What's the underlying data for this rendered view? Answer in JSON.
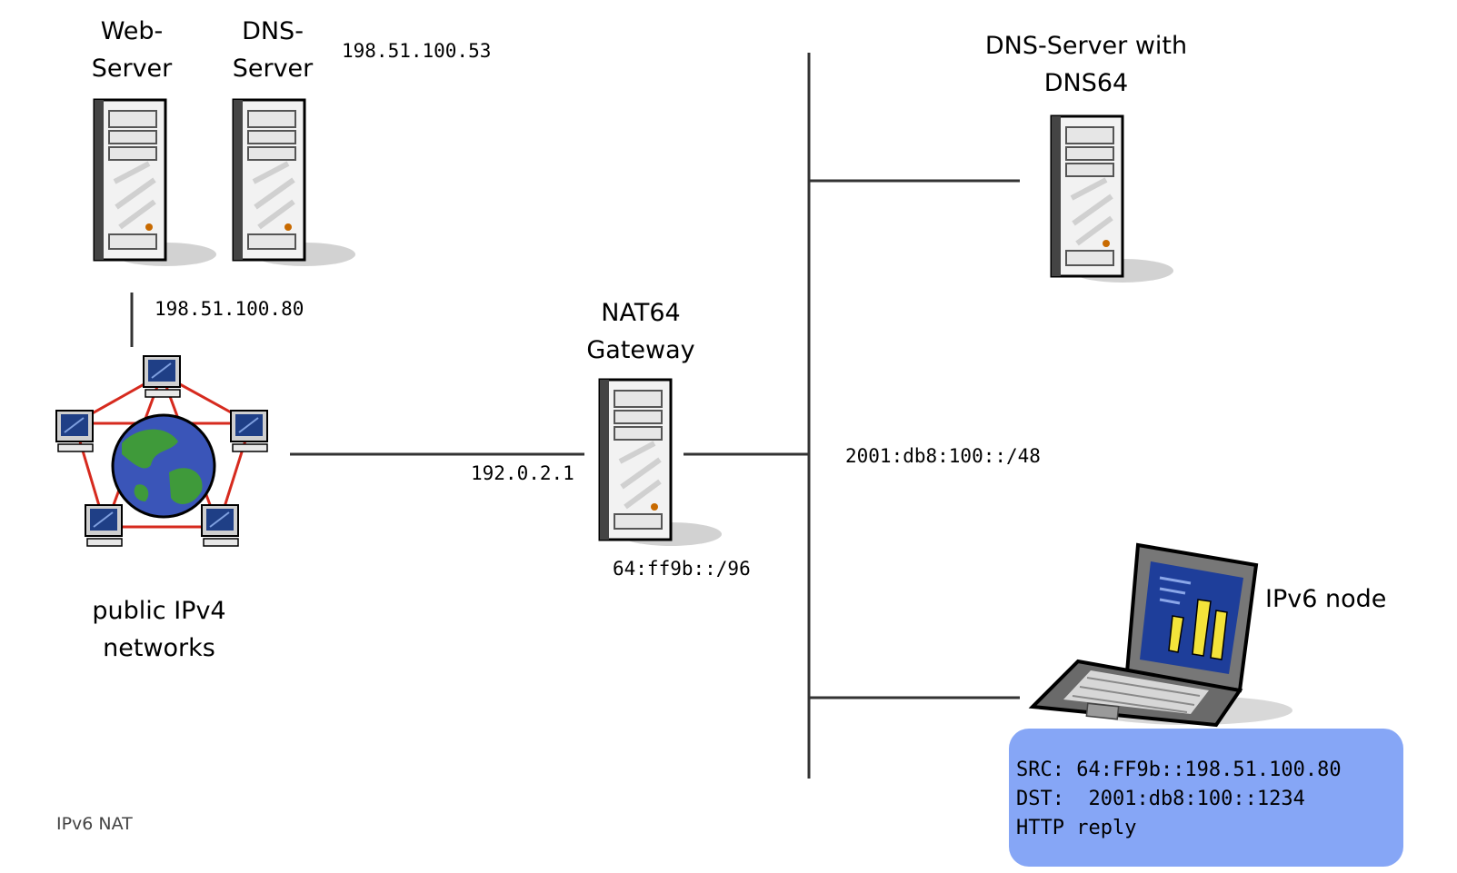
{
  "title": "IPv6 NAT",
  "nodes": {
    "web_server": "Web-\nServer",
    "dns_server": "DNS-\nServer",
    "dns64_server": "DNS-Server with\nDNS64",
    "nat64_gateway": "NAT64\nGateway",
    "ipv4_networks": "public IPv4\nnetworks",
    "ipv6_node": "IPv6 node"
  },
  "addresses": {
    "dns_server_ip": "198.51.100.53",
    "web_server_ip": "198.51.100.80",
    "gateway_ipv4": "192.0.2.1",
    "nat64_prefix": "64:ff9b::/96",
    "ipv6_network": "2001:db8:100::/48"
  },
  "packet": {
    "src": "SRC: 64:FF9b::198.51.100.80",
    "dst": "DST:  2001:db8:100::1234",
    "payload": "HTTP reply"
  },
  "colors": {
    "packet_bubble": "#86a6f6",
    "globe_links": "#d62a1e",
    "globe_ocean": "#3a55b8",
    "globe_land": "#3f9a3a",
    "chart_bars": "#f3e33a"
  }
}
